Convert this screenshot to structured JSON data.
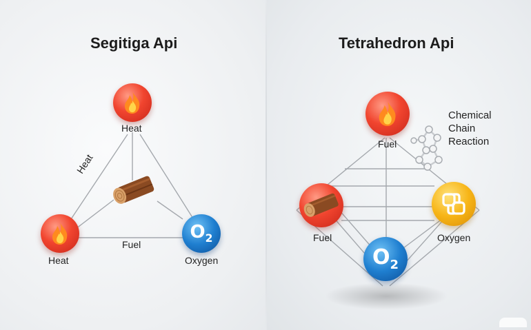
{
  "left": {
    "title": "Segitiga Api",
    "top_label": "Heat",
    "side_label": "Heat",
    "bottom_label": "Fuel",
    "left_label": "Heat",
    "right_label": "Oxygen",
    "oxygen_symbol": "O",
    "oxygen_sub": "2"
  },
  "right": {
    "title": "Tetrahedron Api",
    "top_label": "Fuel",
    "chem_line1": "Chemical",
    "chem_line2": "Chain",
    "chem_line3": "Reaction",
    "left_label": "Fuel",
    "right_label": "Oxygen",
    "oxygen_symbol": "O",
    "oxygen_sub": "2"
  },
  "colors": {
    "fire": "#f1452f",
    "oxygen": "#1f7fd0",
    "chain": "#f7b517",
    "lines": "#9a9ea3"
  },
  "icons": {
    "fire": "flame-icon",
    "wood": "log-icon",
    "molecule": "molecule-icon",
    "chain": "chain-links-icon"
  }
}
